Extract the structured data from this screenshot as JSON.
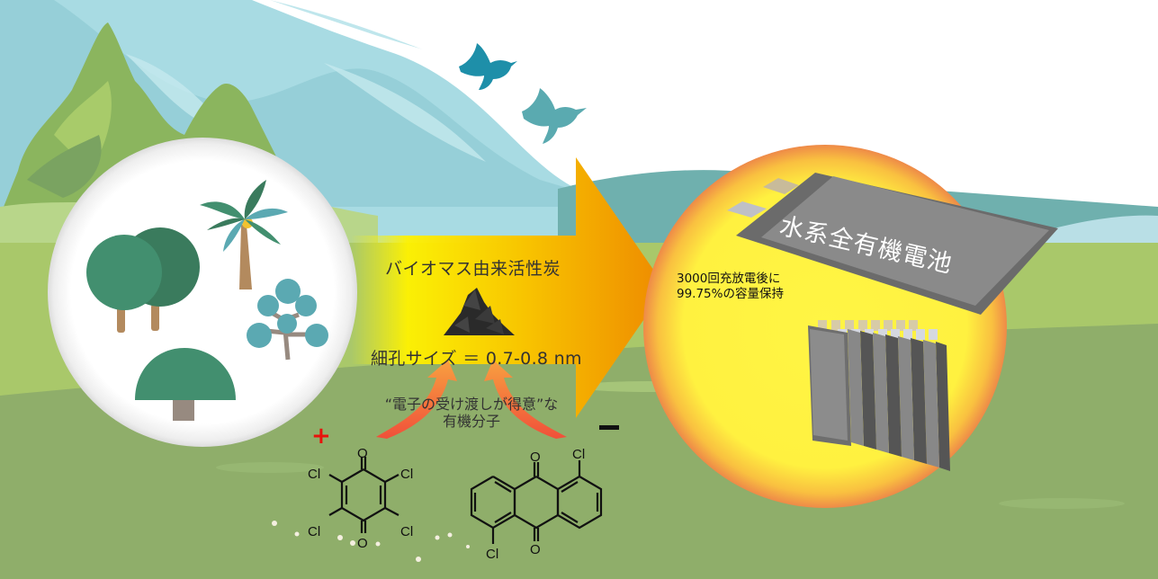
{
  "diagram": {
    "title_arrow": {
      "material_label": "バイオマス由来活性炭",
      "pore_size_label": "細孔サイズ ＝ 0.7-0.8 nm",
      "molecule_label_line1": "“電子の受け渡しが得意”な",
      "molecule_label_line2": "有機分子"
    },
    "left_circle": {
      "content": "biomass trees",
      "icons": [
        "twin-round-trees-icon",
        "palm-tree-icon",
        "blue-ball-tree-icon",
        "mushroom-tree-icon"
      ]
    },
    "right_circle": {
      "battery_label": "水系全有機電池",
      "performance_line1": "3000回充放電後に",
      "performance_line2": "99.75%の容量保持"
    },
    "electrodes": {
      "positive_symbol": "+",
      "negative_symbol": "−",
      "positive_molecule": {
        "name": "tetrachloro-p-benzoquinone",
        "atoms": {
          "o_top": "O",
          "o_bottom": "O",
          "cl1": "Cl",
          "cl2": "Cl",
          "cl3": "Cl",
          "cl4": "Cl"
        }
      },
      "negative_molecule": {
        "name": "1,5-dichloroanthraquinone",
        "atoms": {
          "o_top": "O",
          "o_bottom": "O",
          "cl_top": "Cl",
          "cl_bottom": "Cl"
        }
      }
    },
    "colors": {
      "sky": "#ffffff",
      "mountain": "#9fd3dc",
      "mountain_dark": "#7fc0c8",
      "forest": "#8cb764",
      "grass_light": "#a9c86a",
      "grass_dark": "#8aac69",
      "arrow_start": "#fff200",
      "arrow_end": "#f08a00",
      "sun_inner": "#fff544",
      "sun_edge": "#f08a40",
      "bird1": "#1e8fa9",
      "bird2": "#5aaab0",
      "plus_red": "#e8120c"
    }
  }
}
